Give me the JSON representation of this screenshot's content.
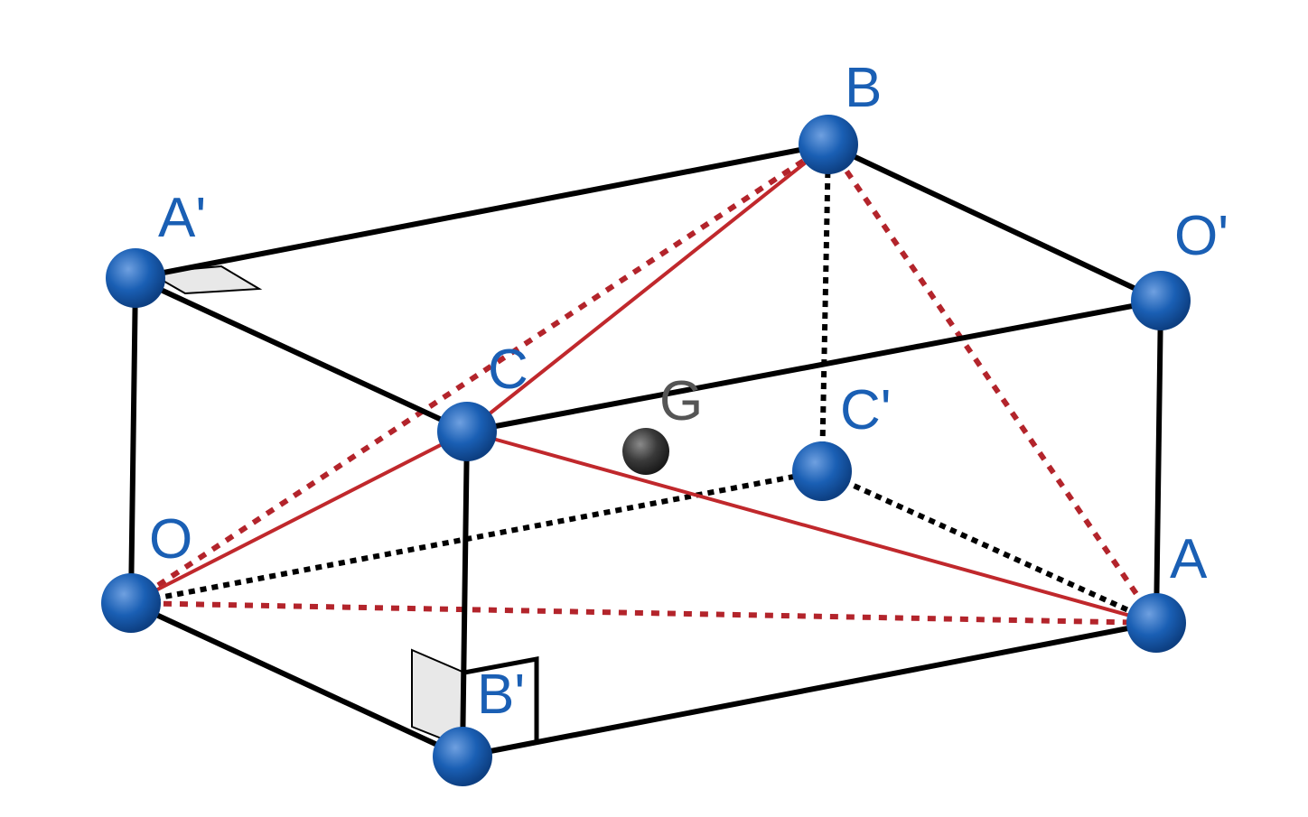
{
  "diagram": {
    "type": "rectangular-box-with-tetrahedron",
    "colors": {
      "vertex": "#1a5fb4",
      "vertex_highlight": "#6fa0e0",
      "center_point": "#3a3a3a",
      "box_edge": "#000000",
      "tetra_edge": "#c0282c",
      "label_vertex": "#1a5fb4",
      "label_center": "#555555"
    },
    "vertices": {
      "O": "O",
      "A": "A",
      "B": "B",
      "C": "C",
      "A_prime": "A'",
      "B_prime": "B'",
      "C_prime": "C'",
      "O_prime": "O'"
    },
    "center_point": "G"
  }
}
